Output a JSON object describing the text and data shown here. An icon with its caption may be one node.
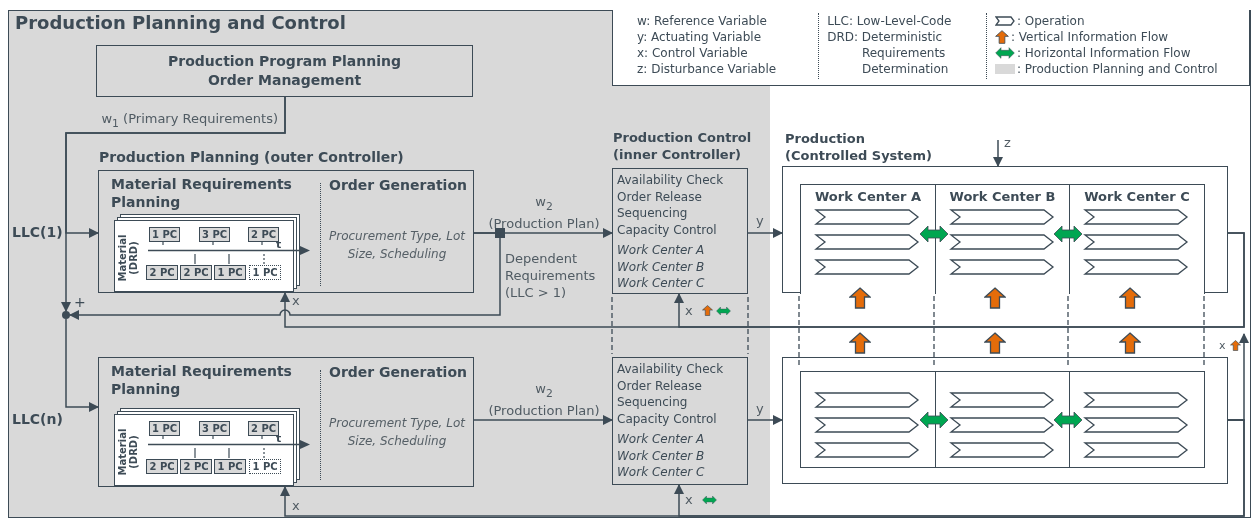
{
  "diagram": {
    "title": "Production Planning and Control",
    "nodes": [
      {
        "text": [
          "Production Program Planning Order Management"
        ]
      },
      {
        "text": [
          "Production Planning (outer Controller)",
          "Material Requirements Planning",
          "Order Generation",
          "Procurement Type, Lot Size, Scheduling"
        ]
      },
      {
        "text": [
          "Material (DRD)",
          "t"
        ],
        "in": 1
      },
      {
        "text": [
          "1 PC"
        ],
        "in": 2
      },
      {
        "text": [
          "3 PC"
        ],
        "in": 2
      },
      {
        "text": [
          "2 PC"
        ],
        "in": 2
      },
      {
        "text": [
          "2 PC"
        ],
        "in": 2
      },
      {
        "text": [
          "2 PC"
        ],
        "in": 2
      },
      {
        "text": [
          "1 PC"
        ],
        "in": 2
      },
      {
        "text": [
          "1 PC"
        ],
        "in": 2
      },
      {
        "text": [
          "Production Control (inner Controller)",
          "Availability Check",
          "Order Release",
          "Sequencing",
          "Capacity Control",
          "Work Center A",
          "Work Center B",
          "Work Center C"
        ]
      },
      {
        "text": [
          "Production (Controlled System)"
        ]
      },
      {
        "text": [
          "Work Center A"
        ],
        "in": 11
      },
      {
        "text": [
          "Work Center B"
        ],
        "in": 11
      },
      {
        "text": [
          "Work Center C"
        ],
        "in": 11
      },
      {
        "text": [
          "Material Requirements Planning",
          "Order Generation",
          "Procurement Type, Lot Size, Scheduling"
        ]
      },
      {
        "text": [
          "Material (DRD)",
          "t"
        ],
        "in": 15
      },
      {
        "text": [
          "1 PC"
        ],
        "in": 16
      },
      {
        "text": [
          "3 PC"
        ],
        "in": 16
      },
      {
        "text": [
          "2 PC"
        ],
        "in": 16
      },
      {
        "text": [
          "2 PC"
        ],
        "in": 16
      },
      {
        "text": [
          "2 PC"
        ],
        "in": 16
      },
      {
        "text": [
          "1 PC"
        ],
        "in": 16
      },
      {
        "text": [
          "1 PC"
        ],
        "in": 16
      },
      {
        "text": [
          "Availability Check",
          "Order Release",
          "Sequencing",
          "Capacity Control",
          "Work Center A",
          "Work Center B",
          "Work Center C"
        ]
      },
      {
        "text": [],
        "shape": "box"
      },
      {
        "text": [],
        "shape": "box",
        "in": 25
      },
      {
        "text": [],
        "shape": "box",
        "in": 25
      },
      {
        "text": [],
        "shape": "box",
        "in": 25
      },
      {
        "text": [],
        "shape": "circle"
      },
      {
        "text": [],
        "shape": "bar",
        "in": 2
      },
      {
        "text": [],
        "shape": "bar",
        "in": 16
      }
    ],
    "edges": [
      {
        "from": 0,
        "to": 1,
        "arrow": "to",
        "label": "w$_{1}$ (Primary Requirements)"
      },
      {
        "from": 0,
        "to": 29,
        "arrow": "to"
      },
      {
        "from": 1,
        "to": 10,
        "arrow": "to",
        "label": "w$_{2}$ (Production Plan)"
      },
      {
        "from": 1,
        "to": 29,
        "arrow": "to",
        "label": "Dependent Requirements (LLC > 1)"
      },
      {
        "from": 29,
        "to": 15,
        "arrow": "to"
      },
      {
        "from": 15,
        "to": 24,
        "arrow": "to",
        "label": "w$_{2}$ (Production Plan)"
      },
      {
        "from": 10,
        "to": 11,
        "arrow": "to",
        "label": "y"
      },
      {
        "from": 24,
        "to": 25,
        "arrow": "to",
        "label": "y"
      },
      {
        "from": null,
        "to": 11,
        "arrow": "to",
        "label": "z"
      },
      {
        "from": 11,
        "to": 1,
        "arrow": "to",
        "label": "x"
      },
      {
        "from": 11,
        "to": 10,
        "arrow": "to",
        "label": "x"
      },
      {
        "from": 25,
        "to": 15,
        "arrow": "to",
        "label": "x"
      },
      {
        "from": 25,
        "to": 24,
        "arrow": "to",
        "label": "x"
      },
      {
        "from": 25,
        "to": null,
        "arrow": "to",
        "label": "x"
      },
      {
        "from": 3,
        "to": 30,
        "arrow": "none"
      },
      {
        "from": 4,
        "to": 30,
        "arrow": "none"
      },
      {
        "from": 5,
        "to": 30,
        "arrow": "none"
      },
      {
        "from": 7,
        "to": 30,
        "arrow": "none"
      },
      {
        "from": 8,
        "to": 30,
        "arrow": "none"
      },
      {
        "from": 9,
        "to": 30,
        "arrow": "none",
        "style": "dashed"
      },
      {
        "from": 17,
        "to": 31,
        "arrow": "none"
      },
      {
        "from": 18,
        "to": 31,
        "arrow": "none"
      },
      {
        "from": 19,
        "to": 31,
        "arrow": "none"
      },
      {
        "from": 21,
        "to": 31,
        "arrow": "none"
      },
      {
        "from": 22,
        "to": 31,
        "arrow": "none"
      },
      {
        "from": 23,
        "to": 31,
        "arrow": "none",
        "style": "dashed"
      }
    ],
    "labels": [
      "LLC(1)",
      "+",
      "LLC(n)"
    ],
    "legend": [
      {
        "text": "w: Reference Variable"
      },
      {
        "text": "y: Actuating Variable"
      },
      {
        "text": "x: Control Variable"
      },
      {
        "text": "z: Disturbance Variable"
      },
      {
        "text": "LLC: Low-Level-Code"
      },
      {
        "text": "DRD: Deterministic Requirements Determination"
      },
      {
        "text": ": Operation"
      },
      {
        "text": ": Vertical Information Flow"
      },
      {
        "text": ": Horizontal Information Flow"
      },
      {
        "text": ": Production Planning and Control",
        "color": "#d9d9d9"
      }
    ]
  }
}
